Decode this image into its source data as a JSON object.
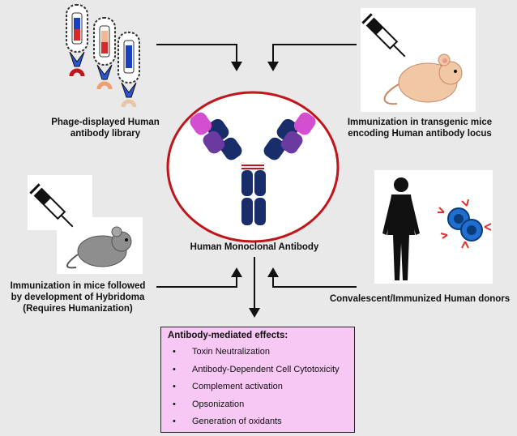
{
  "center": {
    "label": "Human Monoclonal Antibody"
  },
  "sources": {
    "phage": {
      "line1": "Phage-displayed Human",
      "line2": "antibody library"
    },
    "transgenic": {
      "line1": "Immunization in transgenic mice",
      "line2": "encoding Human antibody locus"
    },
    "hybridoma": {
      "line1": "Immunization in mice followed",
      "line2": "by development of Hybridoma",
      "line3": "(Requires Humanization)"
    },
    "donors": {
      "line1": "Convalescent/Immunized Human donors"
    }
  },
  "effects": {
    "title": "Antibody-mediated effects:",
    "bullet": "•",
    "items": [
      "Toxin Neutralization",
      "Antibody-Dependent Cell Cytotoxicity",
      "Complement activation",
      "Opsonization",
      "Generation of oxidants"
    ]
  },
  "colors": {
    "ring": "#c0161b",
    "heavy_chain": "#1a2d6b",
    "light_variable": "#d44fd0",
    "light_dark": "#6a3aa0",
    "effects_bg": "#f7c8f4",
    "mouse": "#f2c7a6",
    "mouse_grey": "#8e8e8e"
  }
}
